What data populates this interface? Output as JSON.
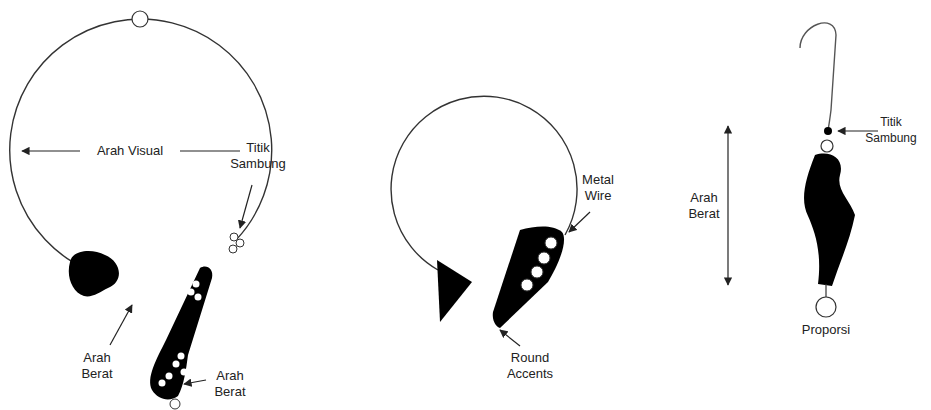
{
  "diagram": {
    "labels": [
      "Arah Visual",
      "Titik Sambung",
      "Arah Berat",
      "Arah Berat",
      "Metal Wire",
      "Round Accents",
      "Titik Sambung",
      "Arah Berat",
      "Proporsi"
    ]
  }
}
